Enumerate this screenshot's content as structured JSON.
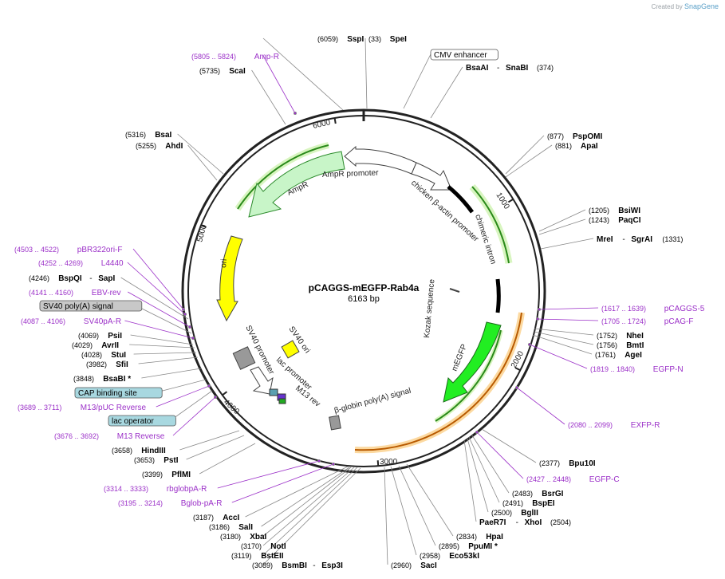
{
  "credit": {
    "prefix": "Created by",
    "brand": "SnapGene"
  },
  "plasmid": {
    "name": "pCAGGS-mEGFP-Rab4a",
    "size": "6163 bp",
    "length": 6163
  },
  "colors": {
    "primer": "#9b30c8",
    "enzyme": "#000000",
    "backbone": "#222222",
    "ori": "#ffff00",
    "ampr": "#c8f5c8",
    "mEGFP": "#22ee22"
  },
  "ticks": [
    {
      "label": "1000",
      "bp": 1000
    },
    {
      "label": "2000",
      "bp": 2000
    },
    {
      "label": "3000",
      "bp": 3000
    },
    {
      "label": "4000",
      "bp": 4000
    },
    {
      "label": "5000",
      "bp": 5000
    },
    {
      "label": "6000",
      "bp": 6000
    }
  ],
  "features": [
    {
      "name": "AmpR",
      "kind": "arrow-ccw",
      "color": "#c8f5c8",
      "stroke": "#2a8a2a"
    },
    {
      "name": "AmpR promoter",
      "kind": "arrow-ccw",
      "color": "#ffffff"
    },
    {
      "name": "ori",
      "kind": "arrow-ccw",
      "color": "#ffff00"
    },
    {
      "name": "chicken β-actin promoter",
      "kind": "arrow-cw",
      "color": "#ffffff"
    },
    {
      "name": "chimeric intron",
      "kind": "bar",
      "color": "#000000"
    },
    {
      "name": "Kozak sequence",
      "kind": "mark",
      "color": "#444444"
    },
    {
      "name": "mEGFP",
      "kind": "arrow-cw",
      "color": "#22ee22"
    },
    {
      "name": "β-globin poly(A) signal",
      "kind": "box",
      "color": "#999999"
    },
    {
      "name": "SV40 promoter",
      "kind": "arrow",
      "color": "#999999"
    },
    {
      "name": "SV40 ori",
      "kind": "box",
      "color": "#ffff00"
    },
    {
      "name": "lac promoter",
      "kind": "arrow",
      "color": "#ffffff"
    },
    {
      "name": "M13 rev",
      "kind": "arrow",
      "color": "#6633cc"
    }
  ],
  "center": {
    "title": "pCAGGS-mEGFP-Rab4a",
    "subtitle": "6163 bp"
  },
  "labels": [
    {
      "type": "enzyme",
      "text": "SspI",
      "pos": "(6059)"
    },
    {
      "type": "enzyme",
      "text": "SpeI",
      "pos": "(33)"
    },
    {
      "type": "feature",
      "text": "CMV enhancer"
    },
    {
      "type": "primer",
      "text": "Amp-R",
      "pos": "(5805 .. 5824)"
    },
    {
      "type": "enzyme",
      "text": "ScaI",
      "pos": "(5735)"
    },
    {
      "type": "enzyme",
      "text": "BsaAI",
      "pos": "",
      "extra": "SnaBI",
      "extraPos": "(374)"
    },
    {
      "type": "enzyme",
      "text": "BsaI",
      "pos": "(5316)"
    },
    {
      "type": "enzyme",
      "text": "AhdI",
      "pos": "(5255)"
    },
    {
      "type": "enzyme",
      "text": "PspOMI",
      "pos": "(877)"
    },
    {
      "type": "enzyme",
      "text": "ApaI",
      "pos": "(881)"
    },
    {
      "type": "enzyme",
      "text": "BsiWI",
      "pos": "(1205)"
    },
    {
      "type": "enzyme",
      "text": "PaqCI",
      "pos": "(1243)"
    },
    {
      "type": "enzyme",
      "text": "MreI",
      "pos": "",
      "extra": "SgrAI",
      "extraPos": "(1331)"
    },
    {
      "type": "primer",
      "text": "pBR322ori-F",
      "pos": "(4503 .. 4522)"
    },
    {
      "type": "primer",
      "text": "L4440",
      "pos": "(4252 .. 4269)"
    },
    {
      "type": "enzyme",
      "text": "BspQI",
      "pos": "(4246)",
      "extra": "SapI"
    },
    {
      "type": "primer",
      "text": "EBV-rev",
      "pos": "(4141 .. 4160)"
    },
    {
      "type": "feature",
      "text": "SV40 poly(A) signal"
    },
    {
      "type": "primer",
      "text": "SV40pA-R",
      "pos": "(4087 .. 4106)"
    },
    {
      "type": "enzyme",
      "text": "PsiI",
      "pos": "(4069)"
    },
    {
      "type": "enzyme",
      "text": "AvrII",
      "pos": "(4029)"
    },
    {
      "type": "enzyme",
      "text": "StuI",
      "pos": "(4028)"
    },
    {
      "type": "enzyme",
      "text": "SfiI",
      "pos": "(3982)"
    },
    {
      "type": "enzyme",
      "text": "BsaBI *",
      "pos": "(3848)"
    },
    {
      "type": "feature",
      "text": "CAP binding site"
    },
    {
      "type": "primer",
      "text": "M13/pUC Reverse",
      "pos": "(3689 .. 3711)"
    },
    {
      "type": "feature",
      "text": "lac operator"
    },
    {
      "type": "primer",
      "text": "M13 Reverse",
      "pos": "(3676 .. 3692)"
    },
    {
      "type": "enzyme",
      "text": "HindIII",
      "pos": "(3658)"
    },
    {
      "type": "enzyme",
      "text": "PstI",
      "pos": "(3653)"
    },
    {
      "type": "enzyme",
      "text": "PflMI",
      "pos": "(3399)"
    },
    {
      "type": "primer",
      "text": "rbglobpA-R",
      "pos": "(3314 .. 3333)"
    },
    {
      "type": "primer",
      "text": "Bglob-pA-R",
      "pos": "(3195 .. 3214)"
    },
    {
      "type": "enzyme",
      "text": "AccI",
      "pos": "(3187)"
    },
    {
      "type": "enzyme",
      "text": "SalI",
      "pos": "(3186)"
    },
    {
      "type": "enzyme",
      "text": "XbaI",
      "pos": "(3180)"
    },
    {
      "type": "enzyme",
      "text": "NotI",
      "pos": "(3170)"
    },
    {
      "type": "enzyme",
      "text": "BstEII",
      "pos": "(3119)"
    },
    {
      "type": "enzyme",
      "text": "BsmBI",
      "pos": "(3089)",
      "extra": "Esp3I"
    },
    {
      "type": "enzyme",
      "text": "SacI",
      "pos": "(2960)"
    },
    {
      "type": "enzyme",
      "text": "Eco53kI",
      "pos": "(2958)"
    },
    {
      "type": "enzyme",
      "text": "PpuMI *",
      "pos": "(2895)"
    },
    {
      "type": "enzyme",
      "text": "HpaI",
      "pos": "(2834)"
    },
    {
      "type": "enzyme",
      "text": "PaeR7I",
      "pos": "",
      "extra": "XhoI",
      "extraPos": "(2504)"
    },
    {
      "type": "enzyme",
      "text": "BglII",
      "pos": "(2500)"
    },
    {
      "type": "enzyme",
      "text": "BspEI",
      "pos": "(2491)"
    },
    {
      "type": "enzyme",
      "text": "BsrGI",
      "pos": "(2483)"
    },
    {
      "type": "primer",
      "text": "EGFP-C",
      "pos": "(2427 .. 2448)"
    },
    {
      "type": "enzyme",
      "text": "Bpu10I",
      "pos": "(2377)"
    },
    {
      "type": "primer",
      "text": "EXFP-R",
      "pos": "(2080 .. 2099)"
    },
    {
      "type": "primer",
      "text": "EGFP-N",
      "pos": "(1819 .. 1840)"
    },
    {
      "type": "enzyme",
      "text": "AgeI",
      "pos": "(1761)"
    },
    {
      "type": "enzyme",
      "text": "BmtI",
      "pos": "(1756)"
    },
    {
      "type": "enzyme",
      "text": "NheI",
      "pos": "(1752)"
    },
    {
      "type": "primer",
      "text": "pCAG-F",
      "pos": "(1705 .. 1724)"
    },
    {
      "type": "primer",
      "text": "pCAGGS-5",
      "pos": "(1617 .. 1639)"
    }
  ]
}
